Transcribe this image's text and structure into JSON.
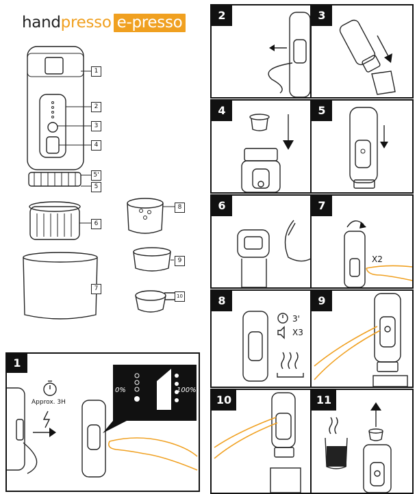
{
  "brand": {
    "part1": "hand",
    "part2": "presso",
    "part3": "e-presso",
    "accent": "#f0a020"
  },
  "callouts": [
    "1",
    "2",
    "3",
    "4",
    "5'",
    "5",
    "6",
    "7",
    "8",
    "9",
    "10"
  ],
  "steps": [
    "1",
    "2",
    "3",
    "4",
    "5",
    "6",
    "7",
    "8",
    "9",
    "10",
    "11"
  ],
  "step1": {
    "approx": "Approx. 3H",
    "zero": "0%",
    "hundred": "100%"
  },
  "step7": {
    "times": "X2"
  },
  "step8": {
    "minutes": "3'",
    "beeps": "X3"
  }
}
